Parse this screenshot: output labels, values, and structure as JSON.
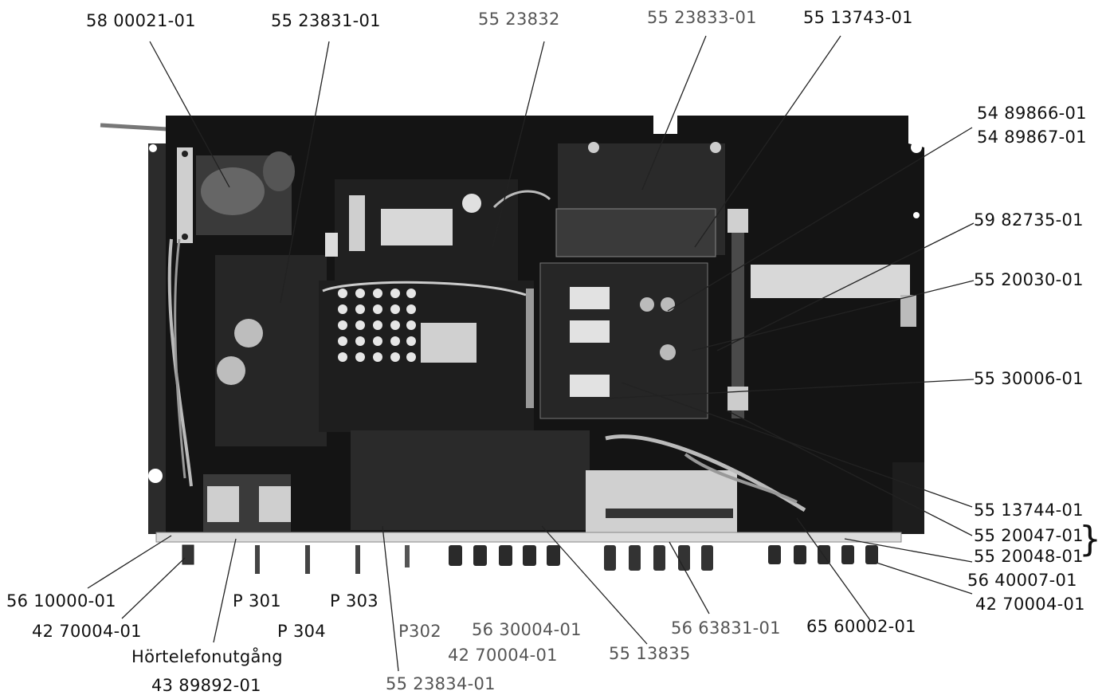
{
  "figure": {
    "labels_top": [
      "58 00021-01",
      "55 23831-01",
      "55 23832",
      "55 23833-01",
      "55 13743-01"
    ],
    "labels_right": [
      "54 89866-01",
      "54 89867-01",
      "59 82735-01",
      "55 20030-01",
      "55 30006-01",
      "55 13744-01",
      "55 20047-01",
      "55 20048-01",
      "56 40007-01",
      "42 70004-01"
    ],
    "labels_bottom": {
      "l1": "56 10000-01",
      "l2": "42 70004-01",
      "l3": "P 301",
      "l4": "P 304",
      "l5": "P 303",
      "l6": "Hörtelefonutgång",
      "l7": "43 89892-01",
      "l8": "P302",
      "l9": "56 30004-01",
      "l10": "42 70004-01",
      "l11": "55 23834-01",
      "l12": "55 13835",
      "l13": "56 63831-01",
      "l14": "65 60002-01"
    },
    "brace_symbol": "}",
    "colors": {
      "chassis": "#141414",
      "ink": "#111111",
      "board": "#2a2a2a",
      "highlight": "#d8d8d8"
    }
  }
}
